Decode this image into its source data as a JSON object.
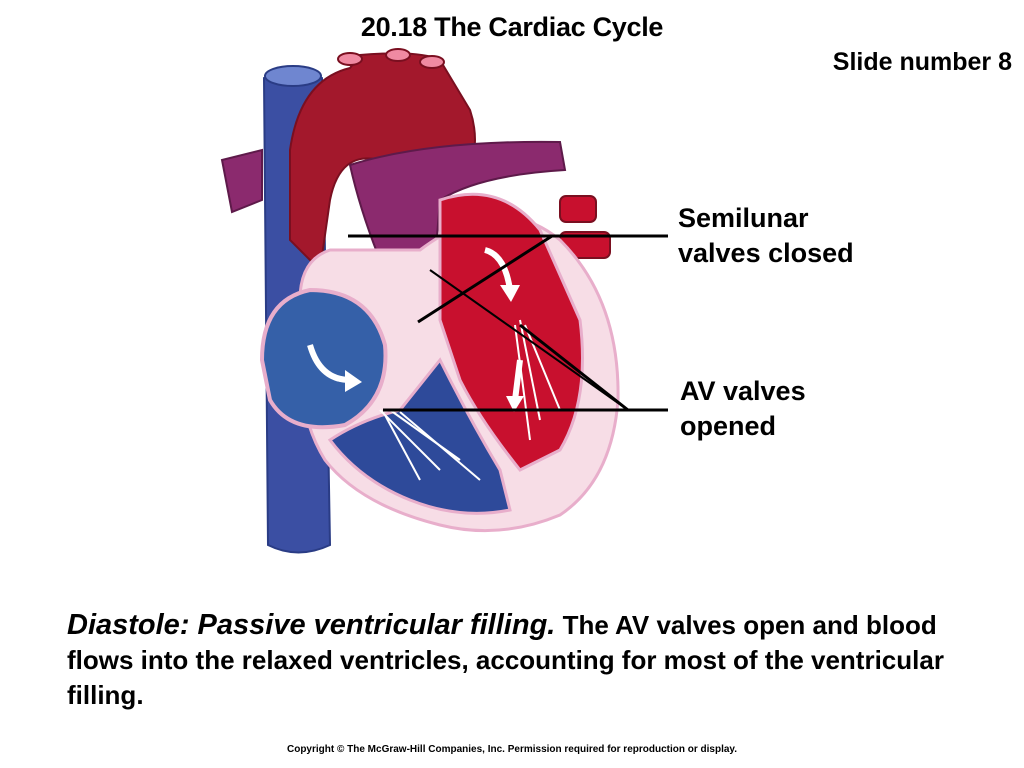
{
  "slide": {
    "title": "20.18 The Cardiac Cycle",
    "number_label": "Slide number 8"
  },
  "labels": {
    "semilunar_line1": "Semilunar",
    "semilunar_line2": "valves closed",
    "av_line1": "AV valves",
    "av_line2": "opened"
  },
  "caption": {
    "emphasis": "Diastole: Passive ventricular filling.",
    "body": " The AV valves open and blood flows into the relaxed ventricles, accounting for most of the ventricular filling."
  },
  "copyright": "Copyright © The McGraw-Hill Companies, Inc. Permission required for reproduction or display.",
  "colors": {
    "oxygenated_red": "#c8102e",
    "deep_red": "#a3182c",
    "deoxygenated_blue": "#2e4a9a",
    "vena_cava_blue": "#3b4fa3",
    "pulmonary_purple": "#8b2a6e",
    "myocardium_pink": "#f7dde6",
    "valve_pink": "#e8aecb",
    "leader_line": "#000000"
  }
}
